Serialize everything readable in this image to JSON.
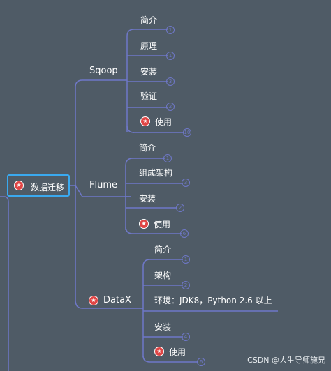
{
  "root": {
    "label": "数据迁移",
    "icon": "star-icon"
  },
  "branches": {
    "sqoop": {
      "label": "Sqoop",
      "items": [
        {
          "label": "简介",
          "badge": "1"
        },
        {
          "label": "原理",
          "badge": "1"
        },
        {
          "label": "安装",
          "badge": "3"
        },
        {
          "label": "验证",
          "badge": "2"
        },
        {
          "label": "使用",
          "badge": "10",
          "starred": true
        }
      ]
    },
    "flume": {
      "label": "Flume",
      "items": [
        {
          "label": "简介",
          "badge": "1"
        },
        {
          "label": "组成架构",
          "badge": "3"
        },
        {
          "label": "安装",
          "badge": "2"
        },
        {
          "label": "使用",
          "badge": "6",
          "starred": true
        }
      ]
    },
    "datax": {
      "label": "DataX",
      "starred": true,
      "items": [
        {
          "label": "简介",
          "badge": "1"
        },
        {
          "label": "架构",
          "badge": "2"
        },
        {
          "label": "环境：JDK8，Python 2.6 以上",
          "badge": ""
        },
        {
          "label": "安装",
          "badge": "4"
        },
        {
          "label": "使用",
          "badge": "6",
          "starred": true
        }
      ]
    }
  },
  "watermark": "CSDN @人生导师施兄",
  "colors": {
    "background": "#4f5b66",
    "line": "#6f78c8",
    "root_border": "#3aa9ef",
    "star": "#e04646"
  }
}
